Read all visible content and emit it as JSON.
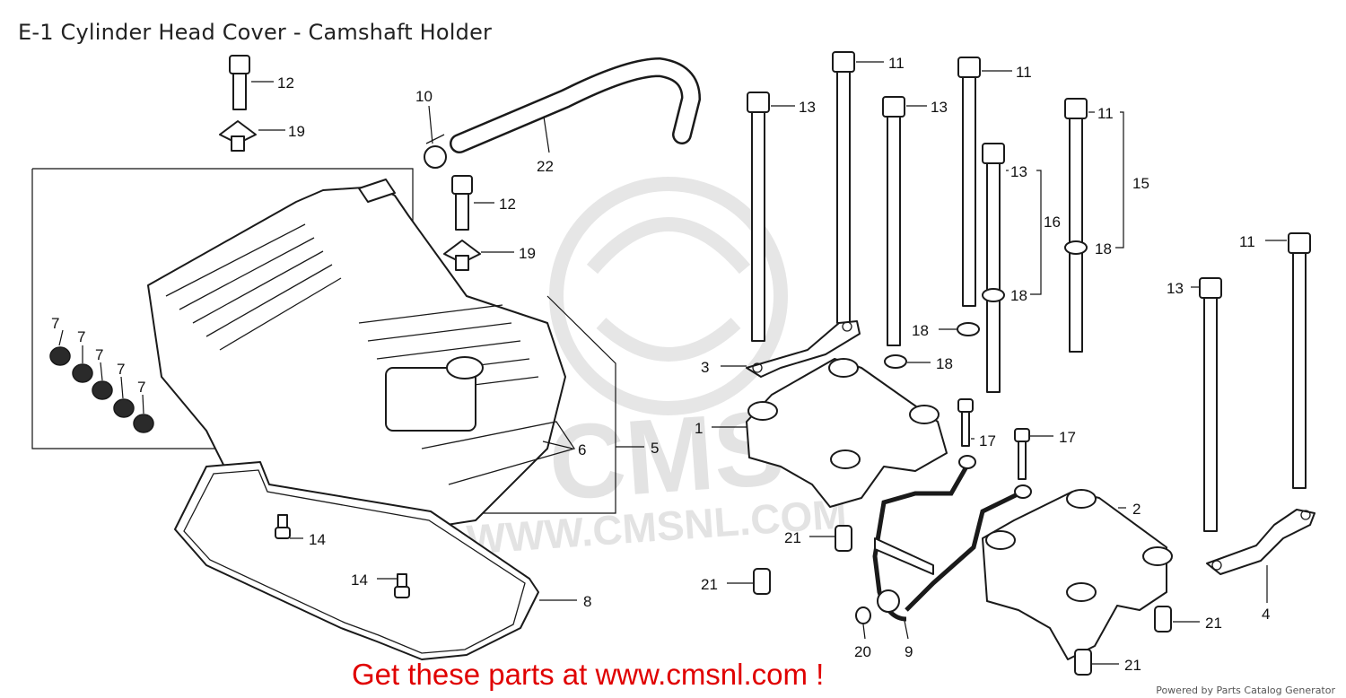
{
  "title": "E-1 Cylinder Head Cover - Camshaft Holder",
  "watermark": {
    "brand": "CMS",
    "url": "WWW.CMSNL.COM",
    "color": "#e3e3e3"
  },
  "callouts": {
    "c1": "1",
    "c2": "2",
    "c3": "3",
    "c4": "4",
    "c5": "5",
    "c6": "6",
    "c7a": "7",
    "c7b": "7",
    "c7c": "7",
    "c7d": "7",
    "c7e": "7",
    "c8": "8",
    "c9": "9",
    "c10": "10",
    "c11a": "11",
    "c11b": "11",
    "c11c": "11",
    "c11d": "11",
    "c12a": "12",
    "c12b": "12",
    "c13a": "13",
    "c13b": "13",
    "c13c": "13",
    "c13d": "13",
    "c14a": "14",
    "c14b": "14",
    "c15": "15",
    "c16": "16",
    "c17a": "17",
    "c17b": "17",
    "c18a": "18",
    "c18b": "18",
    "c18c": "18",
    "c18d": "18",
    "c19a": "19",
    "c19b": "19",
    "c20": "20",
    "c21a": "21",
    "c21b": "21",
    "c21c": "21",
    "c21d": "21",
    "c22": "22"
  },
  "promo": {
    "text": "Get these parts at www.cmsnl.com !",
    "color": "#e00000"
  },
  "footer": {
    "credit": "Powered by Parts Catalog Generator"
  }
}
